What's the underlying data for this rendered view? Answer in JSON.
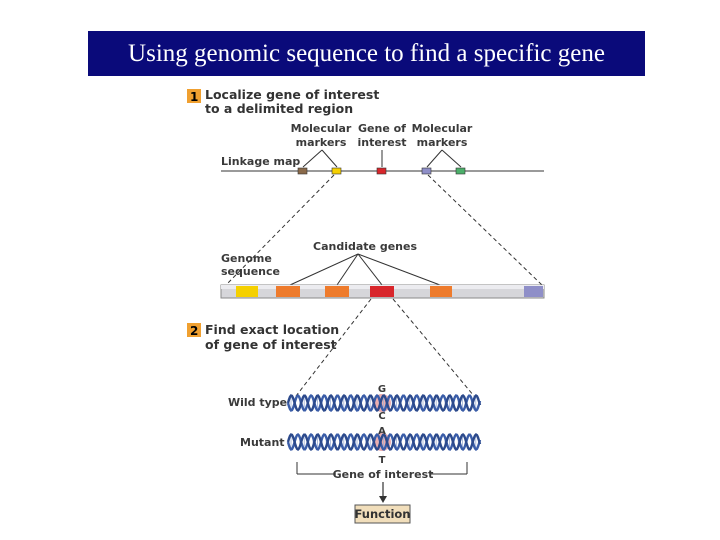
{
  "title": "Using genomic sequence to find a specific gene",
  "step1": {
    "number": "1",
    "line1": "Localize gene of interest",
    "line2": "to a delimited region"
  },
  "labels": {
    "molecular_markers_left": [
      "Molecular",
      "markers"
    ],
    "gene_of_interest_top": [
      "Gene of",
      "interest"
    ],
    "molecular_markers_right": [
      "Molecular",
      "markers"
    ],
    "linkage_map": "Linkage map",
    "candidate_genes": "Candidate genes",
    "genome_sequence": [
      "Genome",
      "sequence"
    ]
  },
  "step2": {
    "number": "2",
    "line1": "Find exact location",
    "line2": "of gene of interest"
  },
  "dna": {
    "wild_type": "Wild type",
    "mutant": "Mutant",
    "wild_top_base": "G",
    "wild_bottom_base": "C",
    "mutant_top_base": "A",
    "mutant_bottom_base": "T",
    "gene_of_interest": "Gene of interest"
  },
  "function_label": "Function",
  "colors": {
    "title_bg": "#0a0a7a",
    "marker_brown": "#8a6a4a",
    "marker_yellow": "#f5d000",
    "gene_red": "#d8262b",
    "marker_purple": "#8f8fc8",
    "marker_green": "#4caf6a",
    "candidate_orange": "#ee7b2c",
    "dna_blue": "#3a5da8",
    "highlight": "#e48c8c",
    "function_bg": "#f1debb"
  }
}
